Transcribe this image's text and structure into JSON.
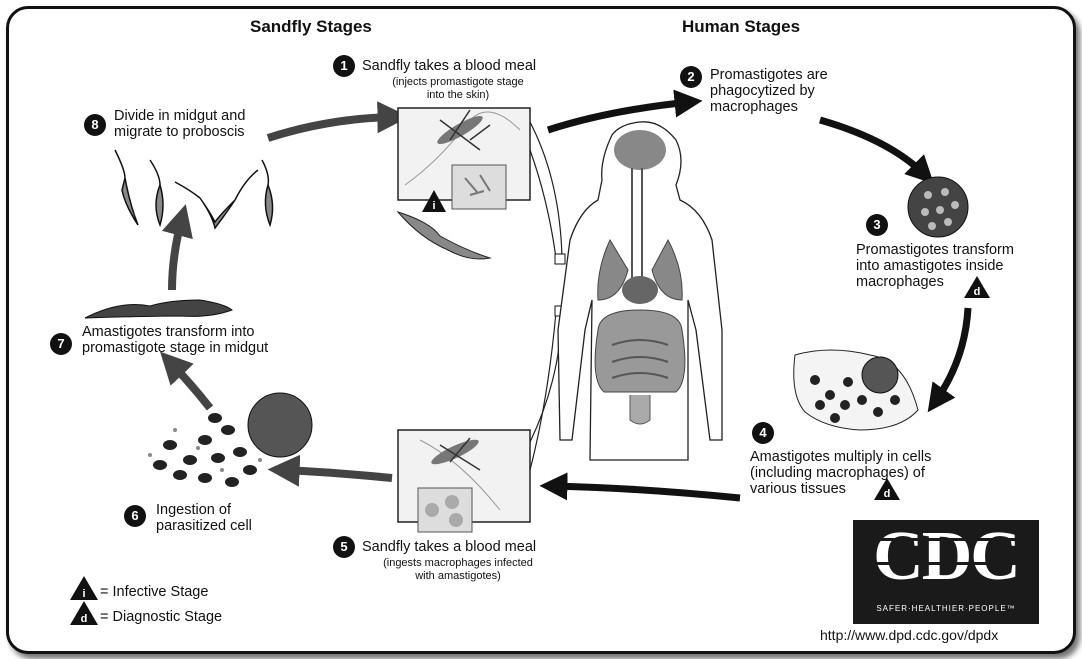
{
  "headers": {
    "sandfly": "Sandfly Stages",
    "human": "Human Stages"
  },
  "steps": [
    {
      "num": "1",
      "lines": [
        "Sandfly takes a blood meal"
      ],
      "sub": [
        "(injects promastigote stage",
        "into the skin)"
      ]
    },
    {
      "num": "2",
      "lines": [
        "Promastigotes are",
        "phagocytized by",
        "macrophages"
      ]
    },
    {
      "num": "3",
      "lines": [
        "Promastigotes transform",
        "into amastigotes inside",
        "macrophages"
      ]
    },
    {
      "num": "4",
      "lines": [
        "Amastigotes multiply in cells",
        "(including macrophages) of",
        "various tissues"
      ]
    },
    {
      "num": "5",
      "lines": [
        "Sandfly takes a blood meal"
      ],
      "sub": [
        "(ingests macrophages infected",
        "with amastigotes)"
      ]
    },
    {
      "num": "6",
      "lines": [
        "Ingestion of",
        "parasitized cell"
      ]
    },
    {
      "num": "7",
      "lines": [
        "Amastigotes transform into",
        "promastigote stage in midgut"
      ]
    },
    {
      "num": "8",
      "lines": [
        "Divide in midgut and",
        "migrate to proboscis"
      ]
    }
  ],
  "legend": {
    "infective_symbol": "i",
    "infective_label": "= Infective Stage",
    "diagnostic_symbol": "d",
    "diagnostic_label": "= Diagnostic Stage"
  },
  "logo": {
    "text": "CDC",
    "tagline": "SAFER·HEALTHIER·PEOPLE™"
  },
  "url": "http://www.dpd.cdc.gov/dpdx"
}
